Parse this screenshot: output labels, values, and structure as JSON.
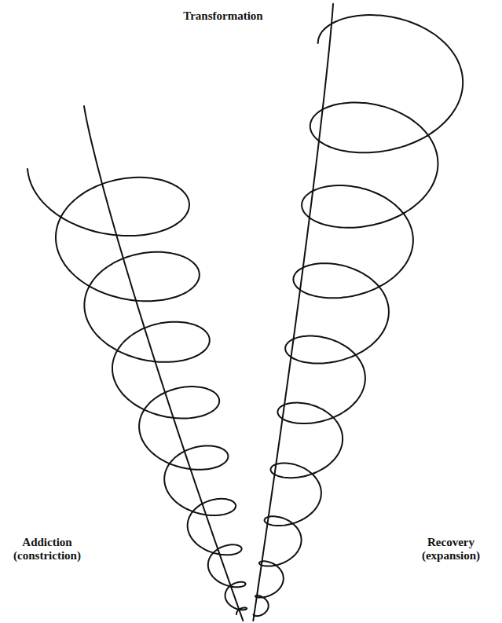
{
  "diagram": {
    "labels": [
      "Transformation",
      "Addiction (constriction)",
      "Recovery (expansion)"
    ]
  }
}
